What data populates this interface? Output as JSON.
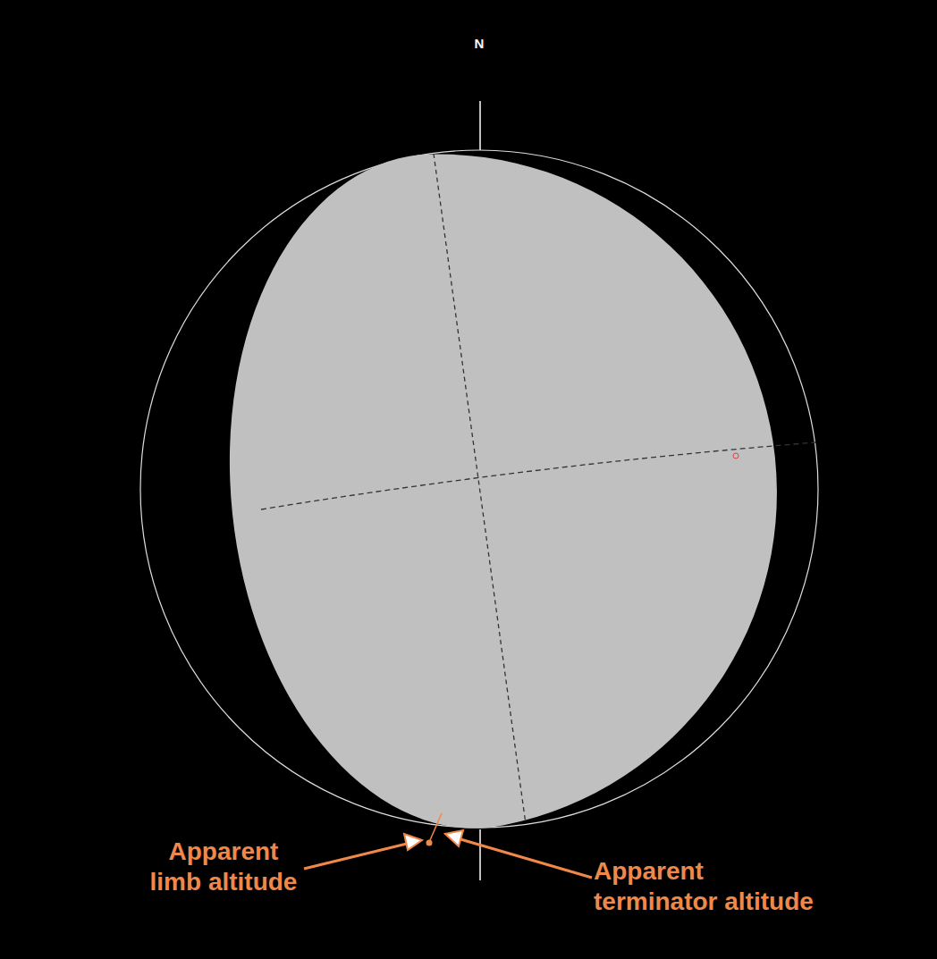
{
  "diagram": {
    "labels": [
      "N",
      "Apparent limb altitude",
      "Apparent terminator altitude"
    ]
  }
}
